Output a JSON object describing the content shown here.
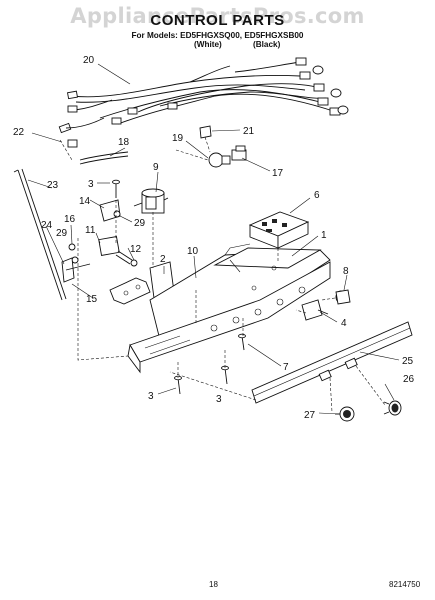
{
  "watermark": "AppliancePartsPros.com",
  "header": {
    "title": "CONTROL PARTS",
    "models": "For Models: ED5FHGXSQ00, ED5FHGXSB00",
    "variant_white": "(White)",
    "variant_black": "(Black)"
  },
  "footer": {
    "page_number": "18",
    "document_number": "8214750"
  },
  "callouts": [
    "20",
    "22",
    "18",
    "19",
    "21",
    "17",
    "3",
    "9",
    "23",
    "14",
    "29",
    "6",
    "1",
    "24",
    "16",
    "29",
    "11",
    "12",
    "2",
    "10",
    "8",
    "15",
    "4",
    "25",
    "7",
    "3",
    "3",
    "26",
    "27"
  ]
}
